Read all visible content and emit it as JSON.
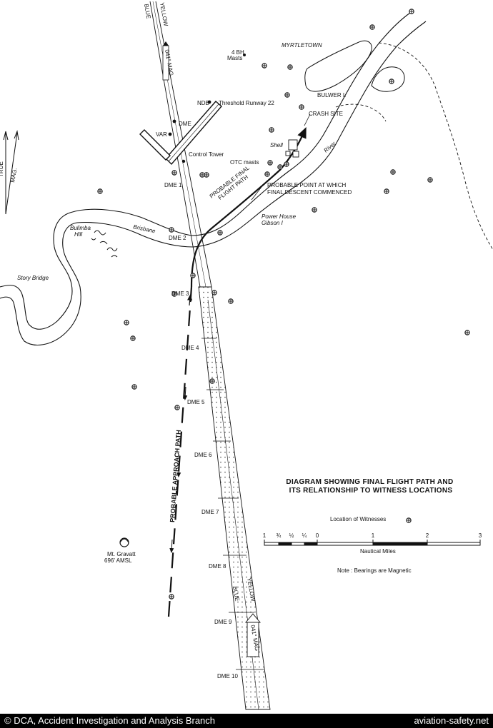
{
  "place_labels": {
    "myrtletown": "MYRTLETOWN",
    "bulwer": "BULWER I.",
    "crash_site": "CRASH SITE",
    "bh_masts": "4 BH\nMasts",
    "ndb": "NDB",
    "threshold": "Threshold Runway 22",
    "dme": "DME",
    "var": "VAR",
    "control_tower": "Control Tower",
    "shell": "Shell",
    "otc_masts": "OTC masts",
    "river": "River",
    "probable_final_path": "PROBABLE FINAL\nFLIGHT PATH",
    "descent_point": "PROBABLE POINT AT WHICH\nFINAL DESCENT COMMENCED",
    "power_house": "Power House\nGibson I",
    "bulimba_hill": "Bulimba\nHill",
    "brisbane": "Brisbane",
    "story_bridge": "Story Bridge",
    "mt_gravatt": "Mt. Gravatt\n696' AMSL",
    "approach_path": "PROBABLE APPROACH PATH",
    "true": "TRUE",
    "mag": "MAG.",
    "yellow_top": "YELLOW",
    "blue_top": "BLUE",
    "heading_top": "041° MAG",
    "yellow_bottom": "YELLOW",
    "blue_bottom": "BLUE",
    "heading_bottom": "041° MAG"
  },
  "dme_labels": [
    "DME 1",
    "DME 2",
    "DME 3",
    "DME 4",
    "DME 5",
    "DME 6",
    "DME 7",
    "DME 8",
    "DME 9",
    "DME 10"
  ],
  "legend": {
    "title": "DIAGRAM SHOWING FINAL FLIGHT PATH AND\nITS RELATIONSHIP TO WITNESS LOCATIONS",
    "witness_label": "Location of Witnesses",
    "scale_ticks": [
      "1",
      "¾",
      "½",
      "¼",
      "0",
      "1",
      "2",
      "3"
    ],
    "scale_unit": "Nautical Miles",
    "note": "Note : Bearings are Magnetic"
  },
  "footer": {
    "credit": "© DCA, Accident Investigation and Analysis Branch",
    "site": "aviation-safety.net"
  }
}
